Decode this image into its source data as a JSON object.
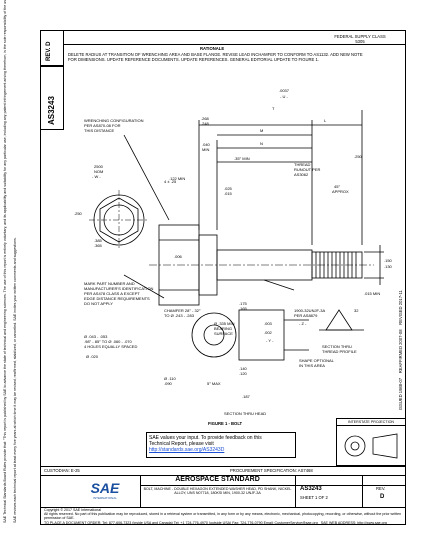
{
  "header": {
    "fsc_line1": "FEDERAL SUPPLY CLASS",
    "fsc_line2": "5305",
    "rev_label": "REV.",
    "rev_value": "D",
    "doc_number": "AS3243",
    "rationale_title": "RATIONALE",
    "rationale_text": "DELETE RADIUS AT TRANSITION OF WRENCHING AREA AND BASE FLANGE. REVISE LEAD INCHAMFER TO CONFORM TO AS1132. ADD NEW NOTE FOR DIMENSIONS. UPDATE REFERENCE DOCUMENTS. UPDATE REFERENCES. GENERAL EDITORIAL UPDATE TO FIGURE 1."
  },
  "drawing": {
    "wrenching_note": "WRENCHING CONFIGURATION PER AS870-08 FOR THIS DISTANCE",
    "nom_2500": "2500",
    "nom_label": "NOM",
    "nom_w": "- W -",
    "dim_250_left": ".250",
    "dim_122_min": ".122 MIN",
    "dim_268": ".268",
    "dim_248": ".248",
    "dim_040": ".040",
    "min_label": "MIN",
    "m_label": "M",
    "n_label": "N",
    "l_label": "L",
    "t_label": "T",
    "u_label": "- U -",
    "dim_0037": ".0037",
    "dim_35_min": ".35° MIN",
    "thread_runout": "THREAD RUNOUT PER AS3062",
    "angle_45": "45°",
    "approx": "APPROX",
    "dim_250_right": ".250",
    "dim_150": ".150",
    "dim_130": ".130",
    "dim_025": ".025",
    "dim_015": ".015",
    "dim_015_min": ".015 MIN",
    "dim_004": "4 ± .25",
    "dim_006": ".006",
    "dim_385": ".385",
    "dim_365": ".365",
    "chamfer_note": "CHAMFER 28° - 32° TO Ø .243 - .283",
    "bearing_note": "Ø .335 MIN BEARING SURFACE",
    "dim_175": ".175",
    "dim_165": ".165",
    "thread_spec": "1900-32UNJF-3A PER AS8879",
    "z_label": "- Z -",
    "dim_003": ".003",
    "dim_002": ".002",
    "y_label": "- Y -",
    "mark_note": "MARK PART NUMBER AND MANUFACTURER'S IDENTIFICATION PER AS478 CLASS A EXCEPT EDGE DISTANCE REQUIREMENTS DO NOT APPLY",
    "holes_note": "Ø .043 - .053 .98° - 85° TO Ø .060 - .070 4 HOLES EQUALLY SPACED",
    "dim_020": "Ø .020",
    "dim_140": ".140",
    "dim_120": ".120",
    "dim_shape": "SHAPE OPTIONAL IN THIS AREA",
    "dim_110": "Ø .110",
    "dim_090": ".090",
    "dim_5max": "5° MAX",
    "dim_187": ".187",
    "section_head": "SECTION THRU HEAD",
    "section_thread": "SECTION THRU THREAD PROFILE",
    "dim_32": "32",
    "figure_caption": "FIGURE 1 - BOLT"
  },
  "feedback": {
    "line1": "SAE values your input. To provide feedback on this",
    "line2": "Technical Report, please visit",
    "link": "http://standards.sae.org/AS3243D"
  },
  "right_box": {
    "label": "INTERSTATE PROJECTION"
  },
  "side_right": {
    "issued": "ISSUED 1988-07",
    "reaffirmed": "REAFFIRMED 2007-08",
    "revised": "REVISED 2017-11"
  },
  "side_left": {
    "line1": "SAE Technical Standards Board Rules provide that: \"This report is published by SAE to advance the state of technical and engineering sciences. The use of this report is entirely voluntary, and its applicability and suitability for any particular use, including any patent infringement arising therefrom, is the sole responsibility of the user.\"",
    "line2": "SAE reviews each technical report at least every five years at which time it may be revised, reaffirmed, stabilized, or cancelled. SAE invites your written comments and suggestions."
  },
  "footer": {
    "custodian": "CUSTODIAN: E-25",
    "procurement": "PROCUREMENT SPECIFICATION: AS7468",
    "aerospace_standard": "AEROSPACE STANDARD",
    "title": "BOLT, MACHINE - DOUBLE HEXAGON EXTENDED WASHER HEAD, PD SHANK, NICKEL ALLOY, UNS N07718, 180KSI MIN, 1900-32 UNJF-3A",
    "doc_number": "AS3243",
    "sheet": "SHEET 1 OF 2",
    "rev_label": "REV.",
    "rev_value": "D",
    "sae_text": "SAE",
    "sae_sub": "INTERNATIONAL",
    "copyright": "Copyright © 2017 SAE International",
    "rights": "All rights reserved. No part of this publication may be reproduced, stored in a retrieval system or transmitted, in any form or by any means, electronic, mechanical, photocopying, recording, or otherwise, without the prior written permission of SAE.",
    "order": "TO PLACE A DOCUMENT ORDER:   Tel: 877-606-7323 (inside USA and Canada)   Tel: +1 724-776-4970 (outside USA)   Fax: 724-776-0790   Email: CustomerService@sae.org",
    "web": "SAE WEB ADDRESS: http://www.sae.org"
  }
}
